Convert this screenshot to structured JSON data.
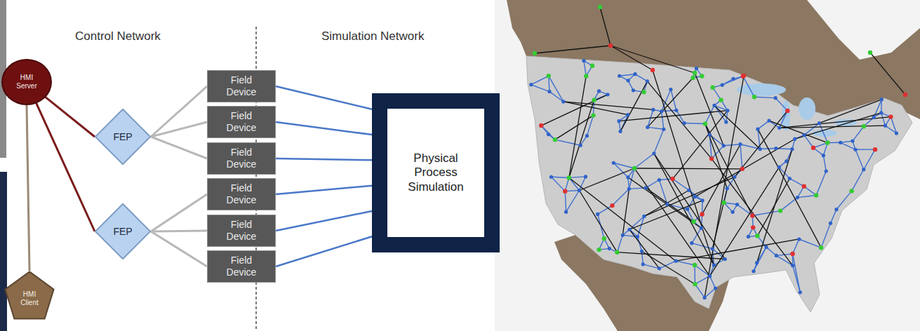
{
  "diagram": {
    "nodes": [
      {
        "text": [
          "HMI Server"
        ]
      },
      {
        "text": [
          "HMI Client"
        ]
      },
      {
        "text": [
          "FEP"
        ]
      },
      {
        "text": [
          "FEP"
        ]
      },
      {
        "text": [
          "Field Device"
        ]
      },
      {
        "text": [
          "Field Device"
        ]
      },
      {
        "text": [
          "Field Device"
        ]
      },
      {
        "text": [
          "Field Device"
        ]
      },
      {
        "text": [
          "Field Device"
        ]
      },
      {
        "text": [
          "Field Device"
        ]
      },
      {
        "text": [
          "Physical Process Simulation"
        ]
      }
    ],
    "edges": [
      {
        "from": 0,
        "to": 1,
        "arrow": "none"
      },
      {
        "from": 0,
        "to": 2,
        "arrow": "none"
      },
      {
        "from": 0,
        "to": 3,
        "arrow": "none"
      },
      {
        "from": 2,
        "to": 4,
        "arrow": "none"
      },
      {
        "from": 2,
        "to": 5,
        "arrow": "none"
      },
      {
        "from": 2,
        "to": 6,
        "arrow": "none"
      },
      {
        "from": 3,
        "to": 7,
        "arrow": "none"
      },
      {
        "from": 3,
        "to": 8,
        "arrow": "none"
      },
      {
        "from": 3,
        "to": 9,
        "arrow": "none"
      },
      {
        "from": 4,
        "to": 10,
        "arrow": "none"
      },
      {
        "from": 5,
        "to": 10,
        "arrow": "none"
      },
      {
        "from": 6,
        "to": 10,
        "arrow": "none"
      },
      {
        "from": 7,
        "to": 10,
        "arrow": "none"
      },
      {
        "from": 8,
        "to": 10,
        "arrow": "none"
      },
      {
        "from": 9,
        "to": 10,
        "arrow": "none"
      }
    ],
    "labels": [
      "Control Network",
      "Simulation Network"
    ]
  }
}
